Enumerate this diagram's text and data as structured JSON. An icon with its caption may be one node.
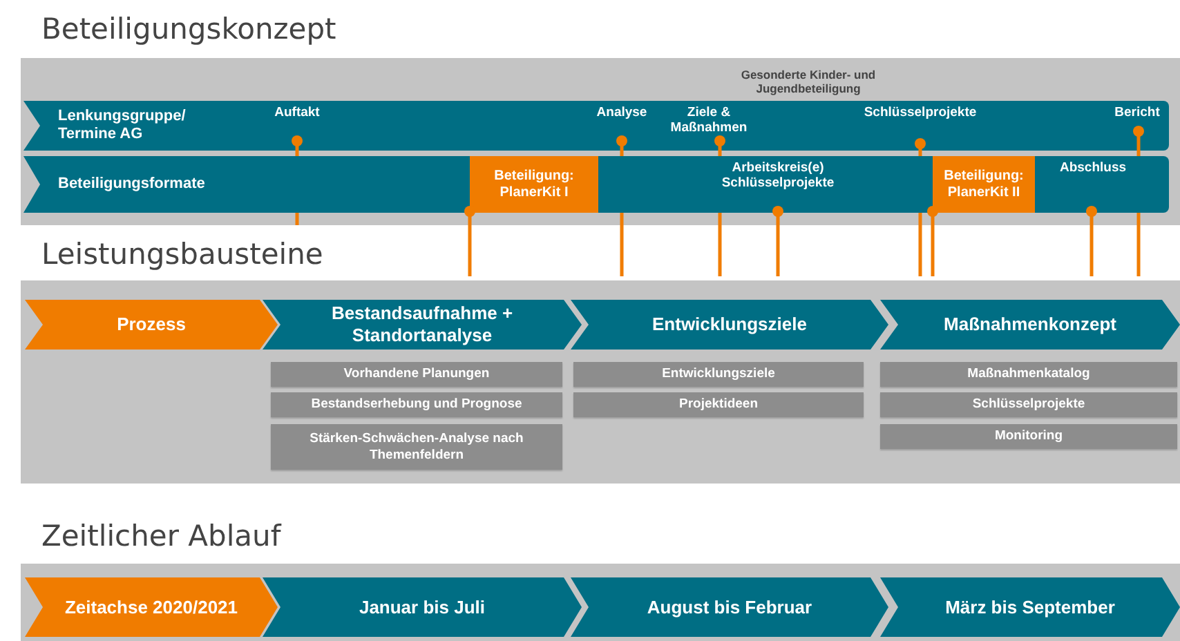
{
  "diagram": {
    "nodes": [
      {
        "text": [
          "Beteiligungskonzept",
          "Gesonderte Kinder- und Jugendbeteiligung"
        ]
      },
      {
        "text": [
          "Lenkungsgruppe/ Termine AG",
          "Auftakt",
          "Analyse",
          "Ziele & Maßnahmen",
          "Schlüsselprojekte",
          "Bericht"
        ],
        "in": 0
      },
      {
        "text": [
          "Beteiligungsformate",
          "Arbeitskreis(e) Schlüsselprojekte",
          "Abschluss"
        ],
        "in": 0
      },
      {
        "text": [
          "Beteiligung: PlanerKit I"
        ],
        "in": 2
      },
      {
        "text": [
          "Beteiligung: PlanerKit II"
        ],
        "in": 2
      },
      {
        "text": [
          "Leistungsbausteine"
        ]
      },
      {
        "text": [
          "Prozess"
        ],
        "in": 5
      },
      {
        "text": [
          "Bestandsaufnahme + Standortanalyse"
        ],
        "in": 5
      },
      {
        "text": [
          "Entwicklungsziele"
        ],
        "in": 5
      },
      {
        "text": [
          "Maßnahmenkonzept"
        ],
        "in": 5
      },
      {
        "text": [
          "Vorhandene Planungen"
        ],
        "in": 5
      },
      {
        "text": [
          "Bestandserhebung und Prognose"
        ],
        "in": 5
      },
      {
        "text": [
          "Stärken-Schwächen-Analyse nach Themenfeldern"
        ],
        "in": 5
      },
      {
        "text": [
          "Entwicklungsziele"
        ],
        "in": 5
      },
      {
        "text": [
          "Projektideen"
        ],
        "in": 5
      },
      {
        "text": [
          "Maßnahmenkatalog"
        ],
        "in": 5
      },
      {
        "text": [
          "Schlüsselprojekte"
        ],
        "in": 5
      },
      {
        "text": [
          "Monitoring"
        ],
        "in": 5
      },
      {
        "text": [
          "Zeitlicher Ablauf"
        ]
      },
      {
        "text": [
          "Zeitachse 2020/2021"
        ],
        "in": 18
      },
      {
        "text": [
          "Januar bis Juli"
        ],
        "in": 18
      },
      {
        "text": [
          "August bis Februar"
        ],
        "in": 18
      },
      {
        "text": [
          "März bis September"
        ],
        "in": 18
      }
    ]
  }
}
